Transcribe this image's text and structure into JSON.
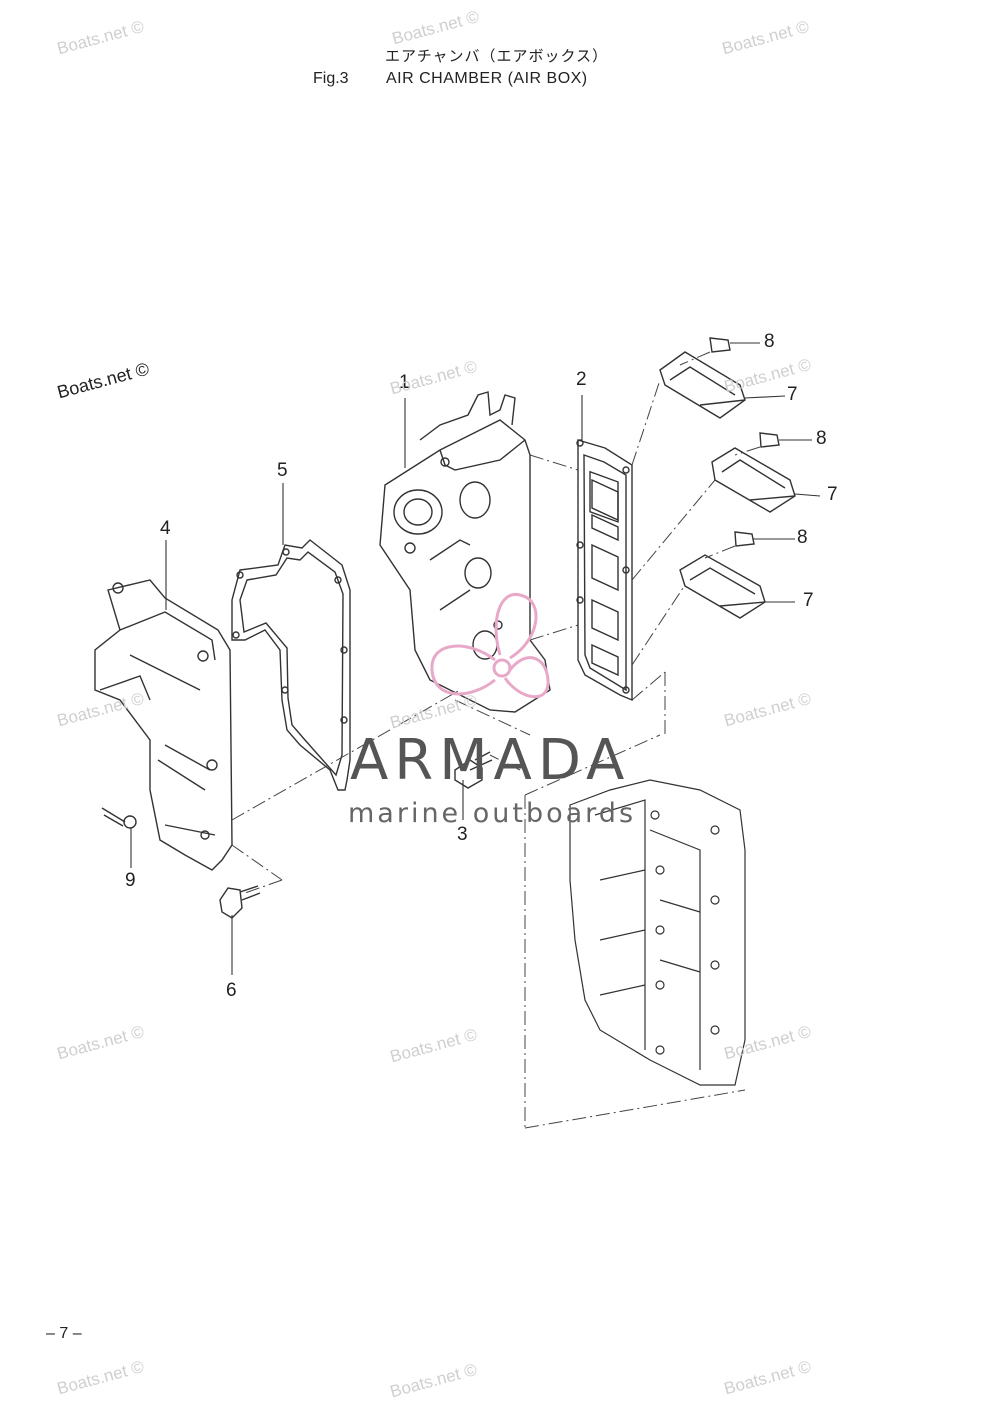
{
  "header": {
    "jp_title": "エアチャンバ（エアボックス）",
    "fig_number": "Fig.3",
    "fig_title": "AIR CHAMBER (AIR BOX)"
  },
  "callouts": [
    "1",
    "2",
    "3",
    "4",
    "5",
    "6",
    "7",
    "8",
    "9"
  ],
  "watermark": {
    "text": "Boats.net ©"
  },
  "logo": {
    "name": "ARMADA",
    "tagline": "marine outboards",
    "color_primary": "#555555",
    "color_accent": "#e8a9c8"
  },
  "footer": {
    "page_number": "– 7 –"
  }
}
